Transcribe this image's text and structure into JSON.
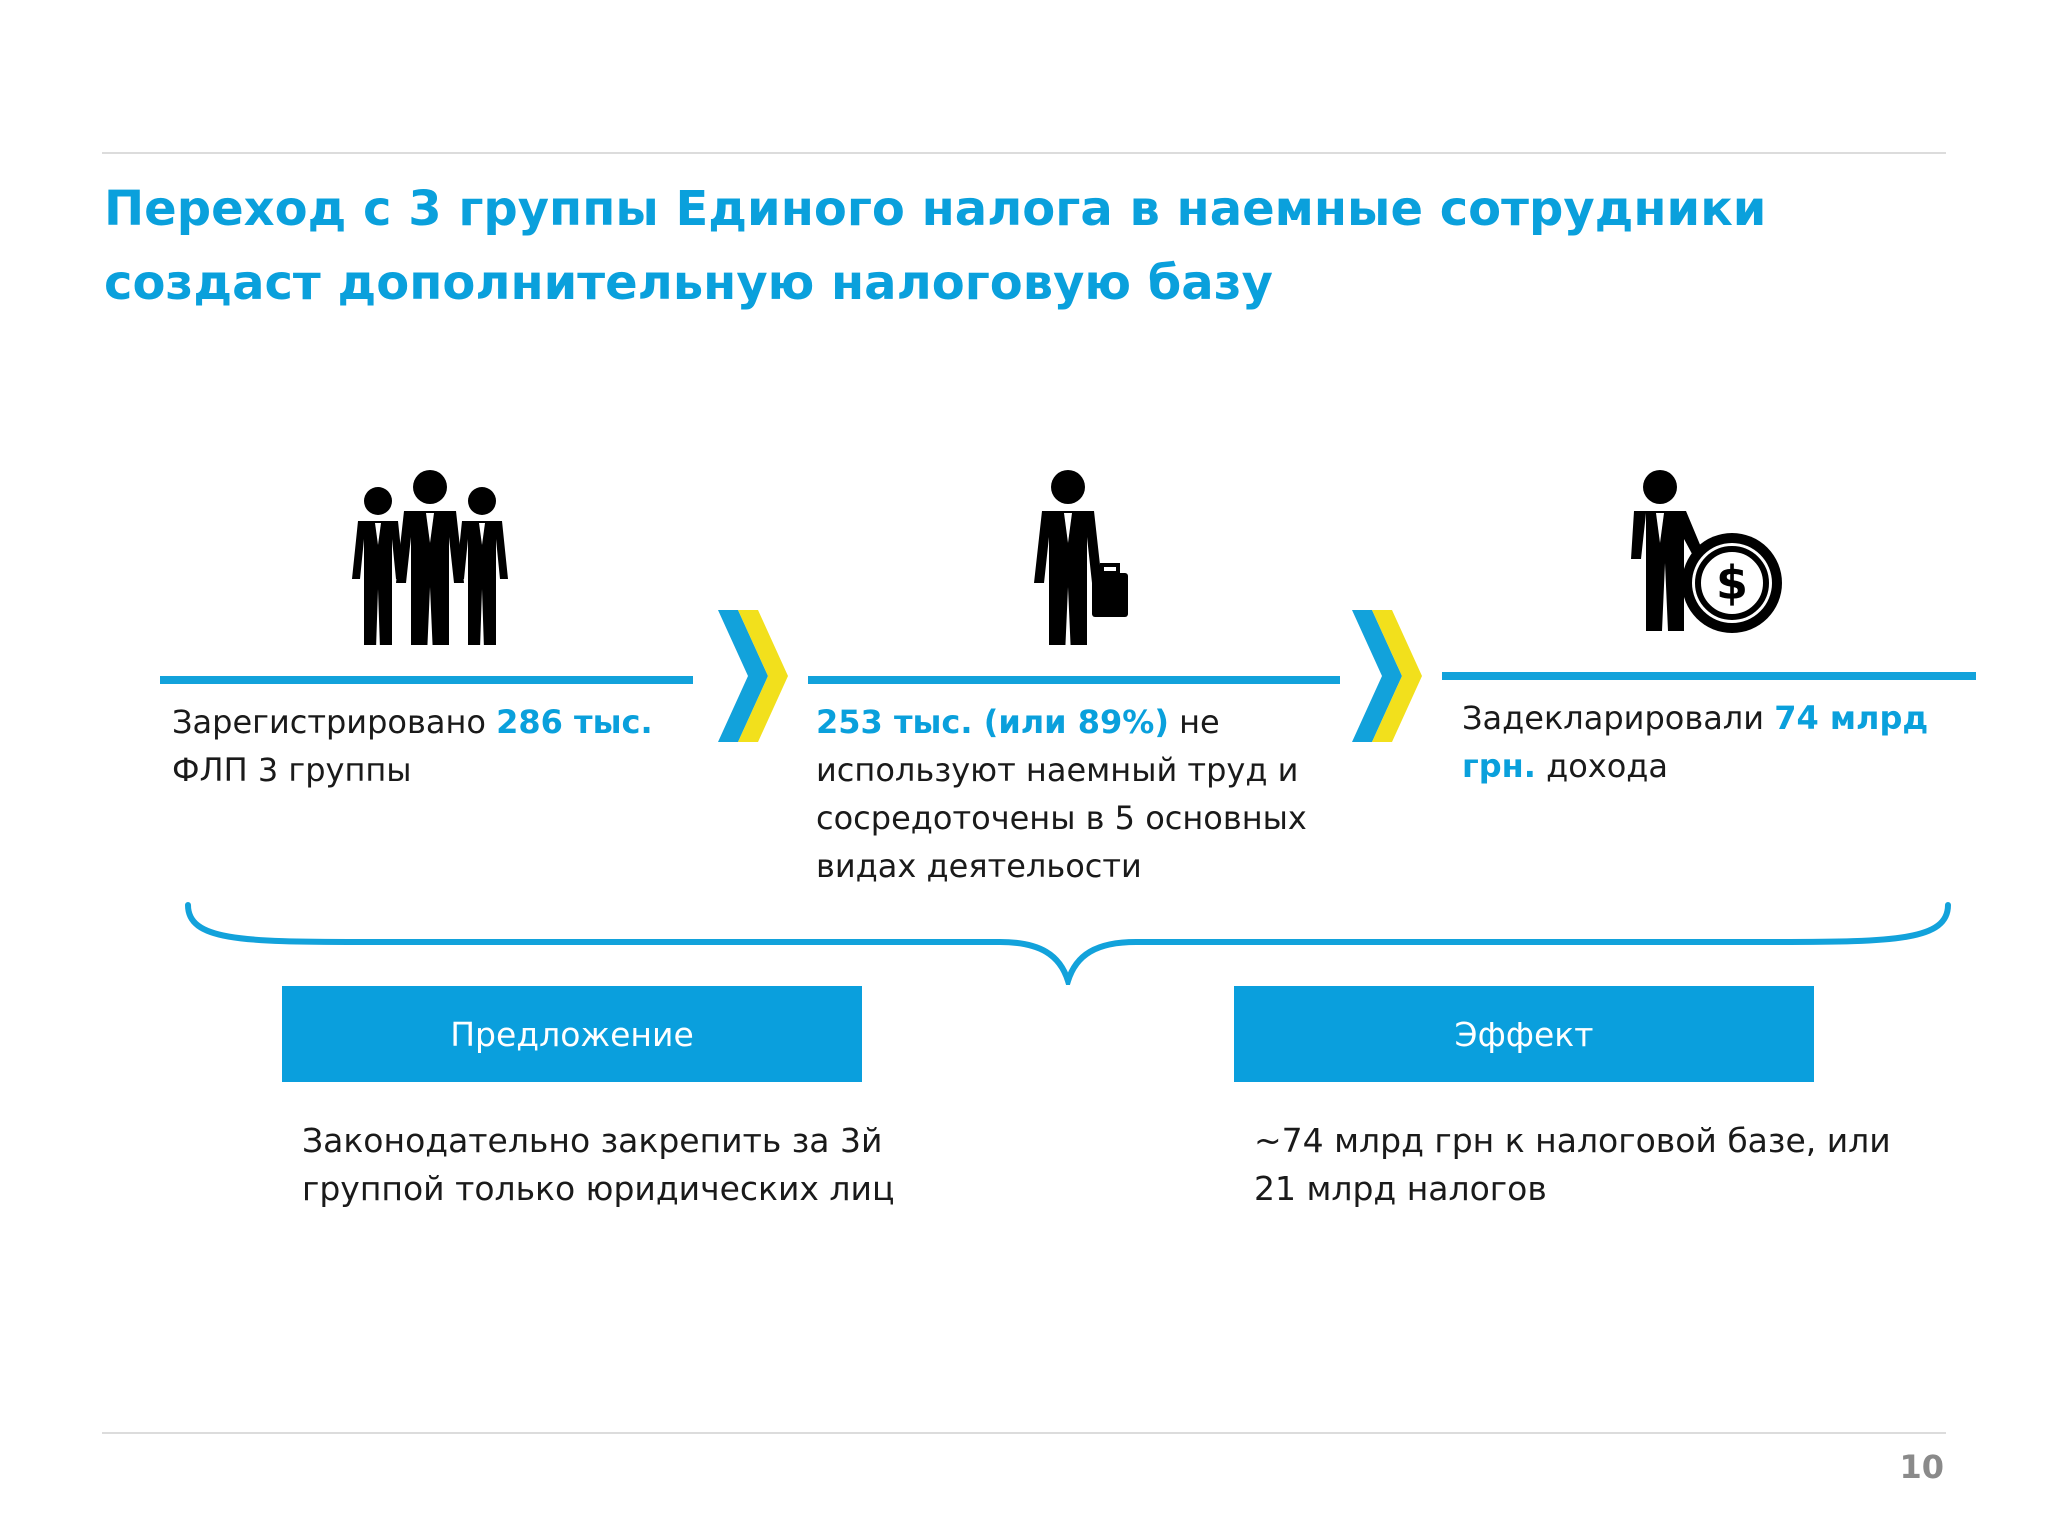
{
  "slide": {
    "title": "Переход с 3 группы Единого налога в наемные сотрудники создаст дополнительную налоговую базу",
    "page_number": "10"
  },
  "steps": [
    {
      "icon": "group-of-people-icon",
      "highlight": "286 тыс.",
      "text_before": "Зарегистрировано ",
      "text_after": " ФЛП 3 группы"
    },
    {
      "icon": "businessman-briefcase-icon",
      "highlight": "253 тыс. (или 89%)",
      "text_before": "",
      "text_after": " не используют наемный труд и сосредоточены в 5 основных видах деятельости"
    },
    {
      "icon": "businessman-dollar-coin-icon",
      "highlight": "74 млрд грн.",
      "text_before": "Задекларировали ",
      "text_after": " дохода"
    }
  ],
  "proposal": {
    "label": "Предложение",
    "text": "Законодательно закрепить за 3й группой только юридических лиц"
  },
  "effect": {
    "label": "Эффект",
    "text": "~74 млрд грн к налоговой базе, или 21 млрд налогов"
  },
  "colors": {
    "accent_blue": "#0aa0dc",
    "chevron_yellow": "#f2e01c",
    "text": "#1a1a1a"
  }
}
